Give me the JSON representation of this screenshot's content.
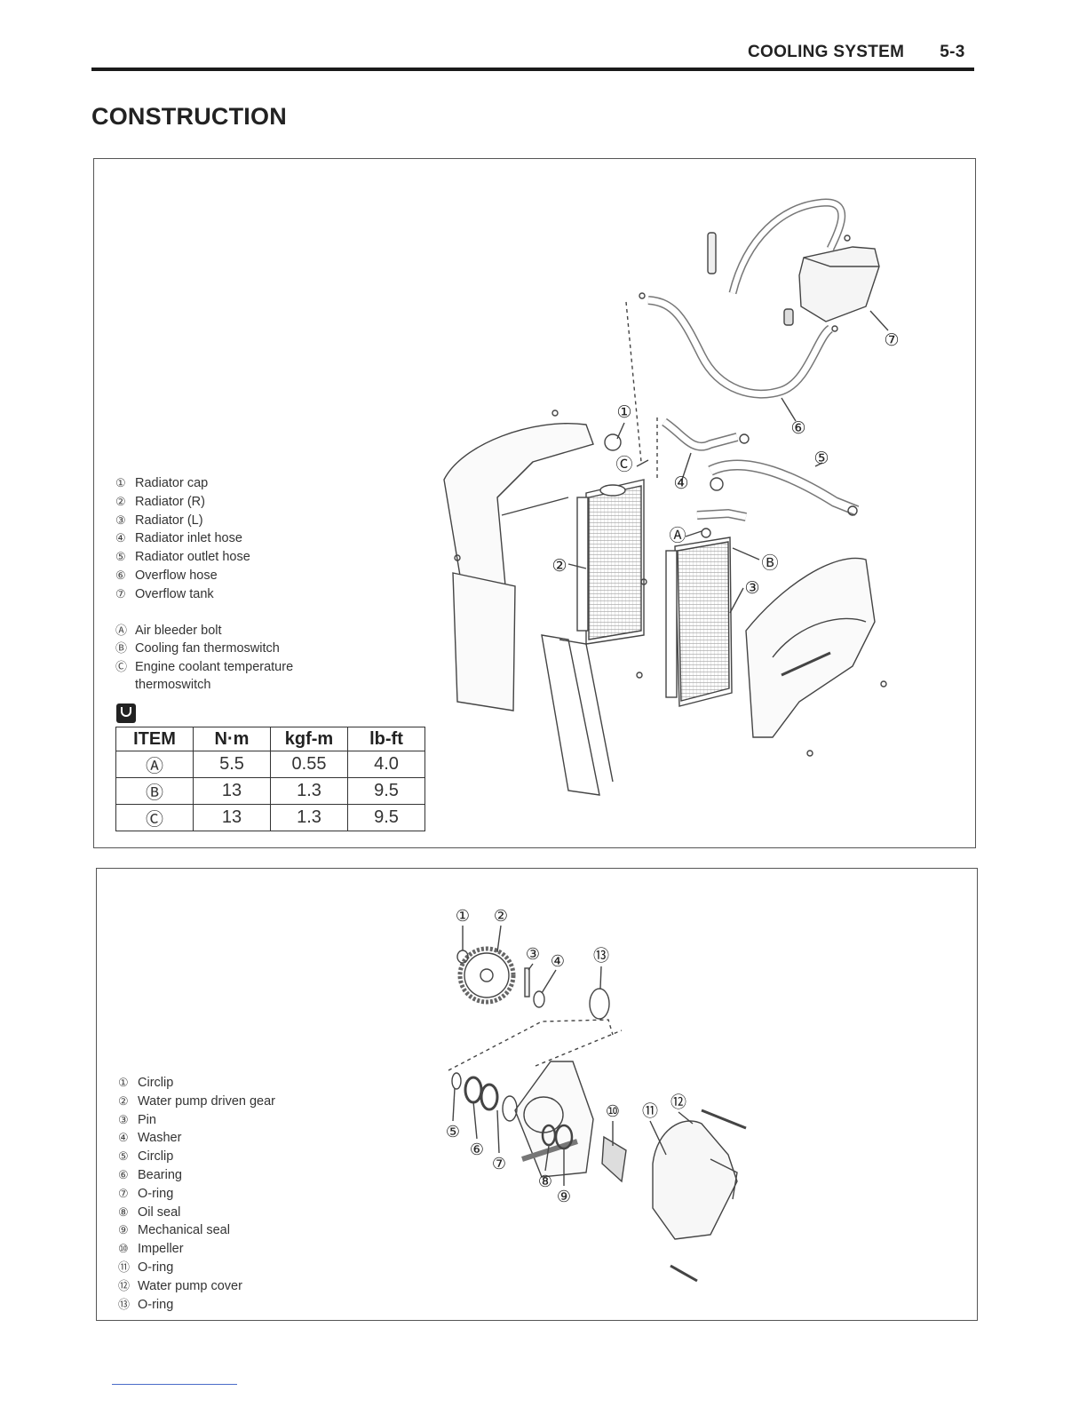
{
  "header": {
    "section": "COOLING SYSTEM",
    "page": "5-3"
  },
  "title": "CONSTRUCTION",
  "radiator_legend": [
    {
      "num": "①",
      "label": "Radiator cap"
    },
    {
      "num": "②",
      "label": "Radiator (R)"
    },
    {
      "num": "③",
      "label": "Radiator (L)"
    },
    {
      "num": "④",
      "label": "Radiator inlet hose"
    },
    {
      "num": "⑤",
      "label": "Radiator outlet hose"
    },
    {
      "num": "⑥",
      "label": "Overflow hose"
    },
    {
      "num": "⑦",
      "label": "Overflow tank"
    }
  ],
  "bolt_legend": [
    {
      "num": "Ⓐ",
      "label": "Air bleeder bolt"
    },
    {
      "num": "Ⓑ",
      "label": "Cooling fan thermoswitch"
    },
    {
      "num": "Ⓒ",
      "label": "Engine coolant temperature",
      "cont": "thermoswitch"
    }
  ],
  "torque_table": {
    "headers": [
      "ITEM",
      "N·m",
      "kgf-m",
      "lb-ft"
    ],
    "rows": [
      [
        "Ⓐ",
        "5.5",
        "0.55",
        "4.0"
      ],
      [
        "Ⓑ",
        "13",
        "1.3",
        "9.5"
      ],
      [
        "Ⓒ",
        "13",
        "1.3",
        "9.5"
      ]
    ]
  },
  "radiator_callouts": [
    "①",
    "②",
    "③",
    "④",
    "⑤",
    "⑥",
    "⑦",
    "Ⓐ",
    "Ⓑ",
    "Ⓒ"
  ],
  "pump_legend": [
    {
      "num": "①",
      "label": "Circlip"
    },
    {
      "num": "②",
      "label": "Water pump driven gear"
    },
    {
      "num": "③",
      "label": "Pin"
    },
    {
      "num": "④",
      "label": "Washer"
    },
    {
      "num": "⑤",
      "label": "Circlip"
    },
    {
      "num": "⑥",
      "label": "Bearing"
    },
    {
      "num": "⑦",
      "label": "O-ring"
    },
    {
      "num": "⑧",
      "label": "Oil seal"
    },
    {
      "num": "⑨",
      "label": "Mechanical seal"
    },
    {
      "num": "⑩",
      "label": "Impeller"
    },
    {
      "num": "⑪",
      "label": "O-ring"
    },
    {
      "num": "⑫",
      "label": "Water pump cover"
    },
    {
      "num": "⑬",
      "label": "O-ring"
    }
  ],
  "pump_callouts": [
    "①",
    "②",
    "③",
    "④",
    "⑤",
    "⑥",
    "⑦",
    "⑧",
    "⑨",
    "⑩",
    "⑪",
    "⑫",
    "⑬"
  ]
}
